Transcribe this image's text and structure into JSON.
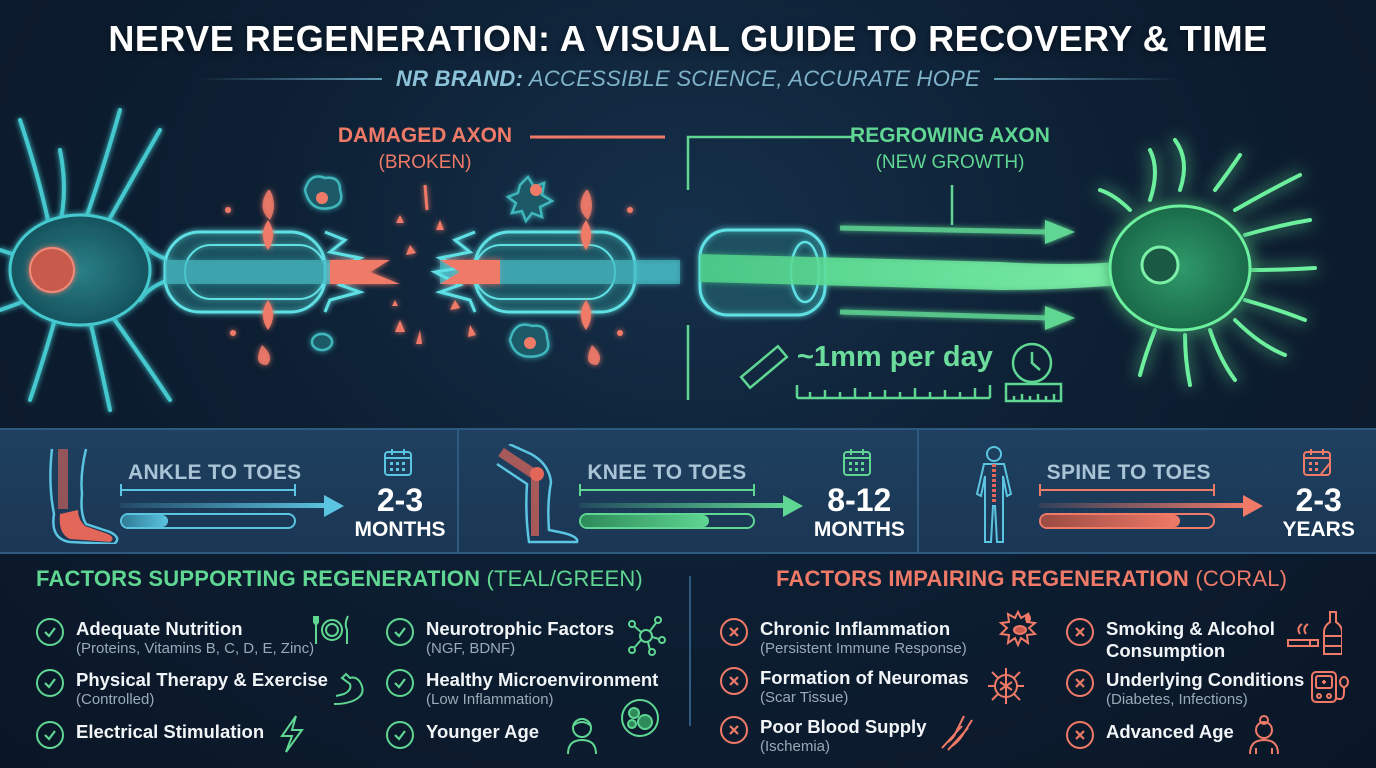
{
  "header": {
    "title": "NERVE REGENERATION: A VISUAL GUIDE TO RECOVERY & TIME",
    "subtitle_brand": "NR BRAND:",
    "subtitle_tagline": "ACCESSIBLE SCIENCE, ACCURATE HOPE"
  },
  "illustration": {
    "damaged_label": "DAMAGED AXON",
    "damaged_sublabel": "(BROKEN)",
    "regrowing_label": "REGROWING AXON",
    "regrowing_sublabel": "(NEW GROWTH)",
    "growth_rate": "~1mm per day",
    "icons": [
      "neuron-body-icon",
      "broken-axon-icon",
      "immune-cell-icon",
      "regrowing-axon-icon",
      "growth-cone-icon",
      "ruler-icon",
      "stopwatch-icon"
    ]
  },
  "timelines": [
    {
      "route": "ANKLE TO TOES",
      "duration": "2-3",
      "unit": "MONTHS",
      "progress": 0.27,
      "color": "#5bc4e0",
      "icon": "foot-icon"
    },
    {
      "route": "KNEE TO TOES",
      "duration": "8-12",
      "unit": "MONTHS",
      "progress": 0.74,
      "color": "#5fd692",
      "icon": "leg-icon"
    },
    {
      "route": "SPINE TO TOES",
      "duration": "2-3",
      "unit": "YEARS",
      "progress": 0.81,
      "color": "#f07a68",
      "icon": "body-spine-icon"
    }
  ],
  "supporting": {
    "title": "FACTORS SUPPORTING REGENERATION",
    "title_note": "(TEAL/GREEN)",
    "color": "#5fd692",
    "items": [
      {
        "label": "Adequate Nutrition",
        "detail": "(Proteins, Vitamins B, C, D, E, Zinc)",
        "icon": "plate-cutlery-icon"
      },
      {
        "label": "Physical Therapy & Exercise",
        "detail": "(Controlled)",
        "icon": "flexed-arm-icon"
      },
      {
        "label": "Electrical Stimulation",
        "detail": "",
        "icon": "lightning-icon"
      },
      {
        "label": "Neurotrophic Factors",
        "detail": "(NGF, BDNF)",
        "icon": "molecule-icon"
      },
      {
        "label": "Healthy Microenvironment",
        "detail": "(Low Inflammation)",
        "icon": "petri-cells-icon"
      },
      {
        "label": "Younger Age",
        "detail": "",
        "icon": "young-person-icon"
      }
    ]
  },
  "impairing": {
    "title": "FACTORS IMPAIRING REGENERATION",
    "title_note": "(CORAL)",
    "color": "#f07a68",
    "items": [
      {
        "label": "Chronic Inflammation",
        "detail": "(Persistent Immune Response)",
        "icon": "inflamed-cell-icon"
      },
      {
        "label": "Formation of Neuromas",
        "detail": "(Scar Tissue)",
        "icon": "neuroma-icon"
      },
      {
        "label": "Poor Blood Supply",
        "detail": "(Ischemia)",
        "icon": "blood-vessel-icon"
      },
      {
        "label": "Smoking & Alcohol",
        "detail_line2": "Consumption",
        "icon": "cigarette-bottle-icon"
      },
      {
        "label": "Underlying Conditions",
        "detail": "(Diabetes, Infections)",
        "icon": "glucose-meter-icon"
      },
      {
        "label": "Advanced Age",
        "detail": "",
        "icon": "elderly-person-icon"
      }
    ]
  }
}
